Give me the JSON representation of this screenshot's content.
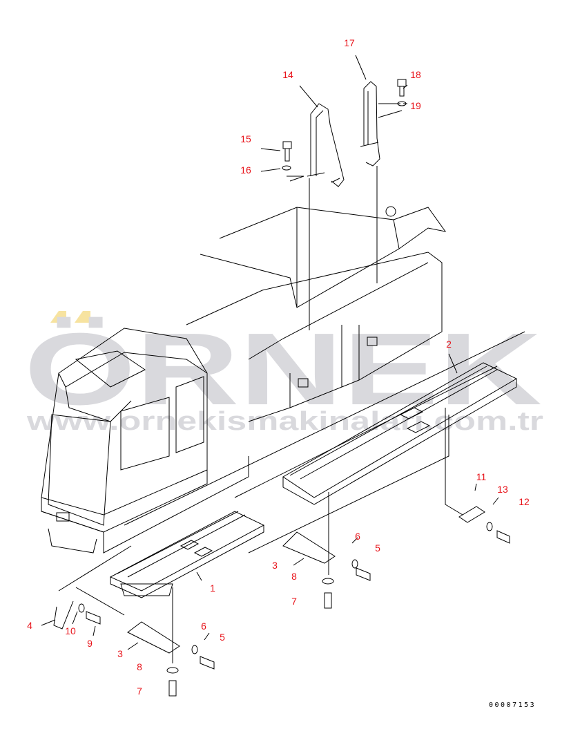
{
  "watermark": {
    "brand": "ÖRNEK",
    "url": "www.ornekismakinalari.com.tr",
    "brand_color": "#d9d9dd",
    "accent_color": "#f7e3a0"
  },
  "drawing_code": "00007153",
  "label_color": "#e8141b",
  "callouts": [
    "17",
    "14",
    "18",
    "19",
    "15",
    "16",
    "2",
    "11",
    "13",
    "12",
    "6",
    "5",
    "3",
    "8",
    "7",
    "1",
    "4",
    "10",
    "9",
    "6",
    "5",
    "3",
    "8",
    "7"
  ]
}
